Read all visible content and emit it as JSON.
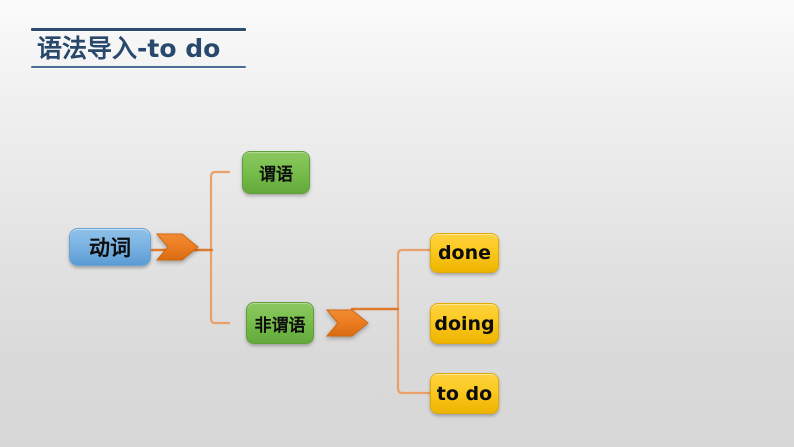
{
  "slide": {
    "title": "语法导入-to do",
    "background_top_color": "#fbfbfb",
    "background_bottom_color": "#d7d7d7",
    "title_color": "#28486c",
    "title_rule_color": "#2e4c6d"
  },
  "diagram": {
    "type": "tree",
    "connector_color": "#e98a3c",
    "nodes": [
      {
        "id": "verb",
        "label": "动词",
        "shape": "rounded-rect",
        "color": "#5b9bd5",
        "level": 0
      },
      {
        "id": "predicate",
        "label": "谓语",
        "shape": "rounded-rect",
        "color": "#70ad47",
        "level": 1
      },
      {
        "id": "nonpred",
        "label": "非谓语",
        "shape": "rounded-rect",
        "color": "#70ad47",
        "level": 1
      },
      {
        "id": "done",
        "label": "done",
        "shape": "rounded-rect",
        "color": "#ffc000",
        "level": 2
      },
      {
        "id": "doing",
        "label": "doing",
        "shape": "rounded-rect",
        "color": "#ffc000",
        "level": 2
      },
      {
        "id": "todo",
        "label": "to do",
        "shape": "rounded-rect",
        "color": "#ffc000",
        "level": 2
      }
    ],
    "arrows": [
      {
        "id": "arrow-verb",
        "from": "verb",
        "to": "bracket-left",
        "color": "#ed7d31",
        "direction": "right"
      },
      {
        "id": "arrow-nonpred",
        "from": "nonpred",
        "to": "bracket-right",
        "color": "#ed7d31",
        "direction": "right"
      }
    ],
    "edges": [
      {
        "from": "verb",
        "to": [
          "predicate",
          "nonpred"
        ]
      },
      {
        "from": "nonpred",
        "to": [
          "done",
          "doing",
          "todo"
        ]
      }
    ]
  }
}
